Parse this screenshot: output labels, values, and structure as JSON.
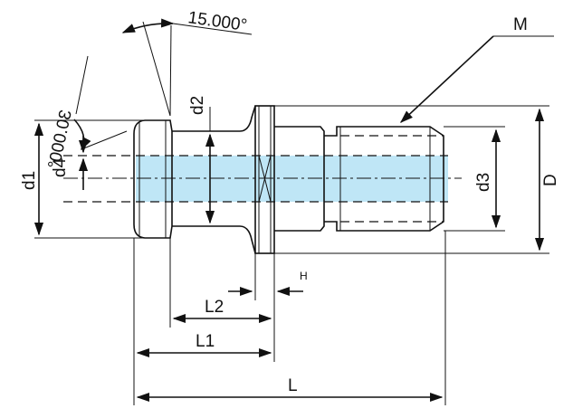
{
  "labels": {
    "angle_tip": "15.000°",
    "angle_chamfer": "30.000°",
    "thread": "M",
    "d1": "d1",
    "d2": "d2",
    "d3": "d3",
    "d4": "d4",
    "D": "D",
    "H": "H",
    "L": "L",
    "L1": "L1",
    "L2": "L2"
  },
  "colors": {
    "bore_fill": "#bfe6f6",
    "line": "#111111"
  }
}
